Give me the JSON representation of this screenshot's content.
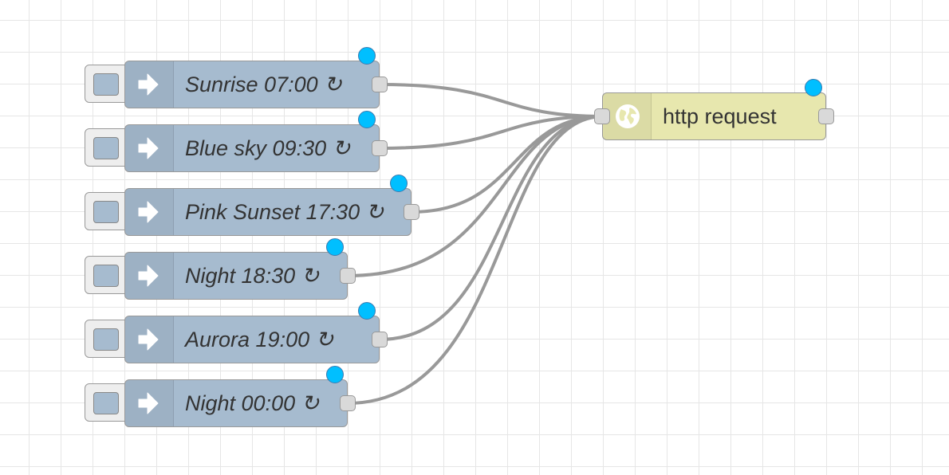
{
  "canvas": {
    "grid_color": "#e6e6e6",
    "background": "#ffffff"
  },
  "colors": {
    "inject_node": "#a6bbcf",
    "http_node": "#e7e7ae",
    "status_dot": "#00bfff",
    "wire": "#999999"
  },
  "inject_nodes": [
    {
      "label": "Sunrise 07:00 ↻",
      "icon": "arrow-right-icon"
    },
    {
      "label": "Blue sky 09:30 ↻",
      "icon": "arrow-right-icon"
    },
    {
      "label": "Pink Sunset 17:30 ↻",
      "icon": "arrow-right-icon"
    },
    {
      "label": "Night 18:30 ↻",
      "icon": "arrow-right-icon"
    },
    {
      "label": "Aurora 19:00 ↻",
      "icon": "arrow-right-icon"
    },
    {
      "label": "Night 00:00 ↻",
      "icon": "arrow-right-icon"
    }
  ],
  "http_node": {
    "label": "http request",
    "icon": "globe-icon"
  }
}
